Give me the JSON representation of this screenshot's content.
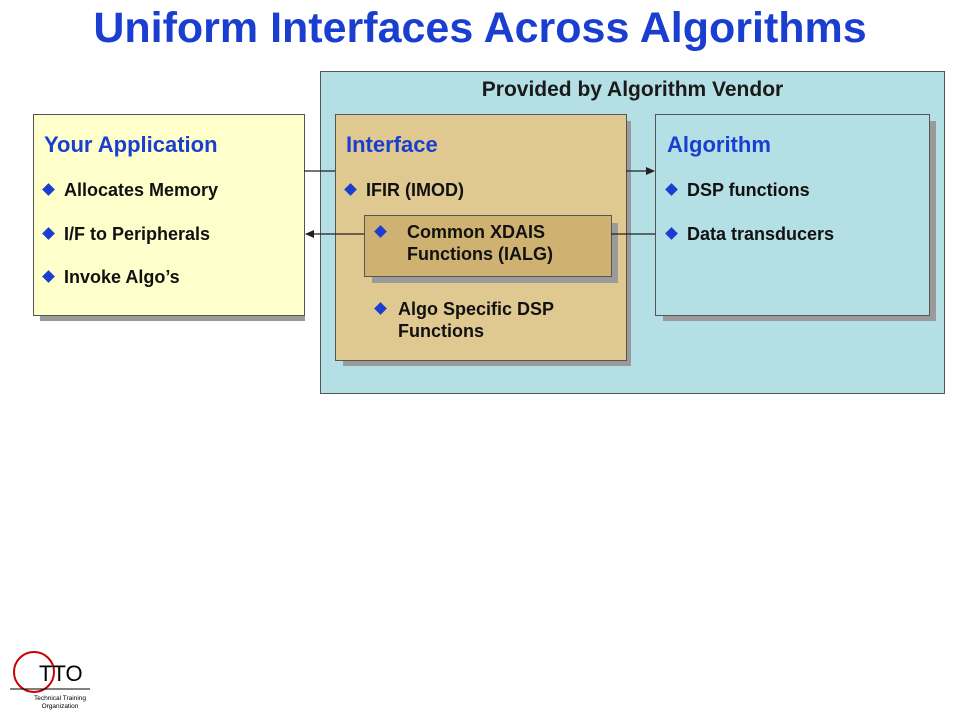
{
  "title": "Uniform Interfaces Across Algorithms",
  "vendor": {
    "label": "Provided by Algorithm Vendor"
  },
  "application": {
    "title": "Your Application",
    "items": [
      "Allocates Memory",
      "I/F to Peripherals",
      "Invoke Algo’s"
    ]
  },
  "interface": {
    "title": "Interface",
    "items": [
      "IFIR (IMOD)",
      "Common XDAIS Functions (IALG)",
      "Algo Specific DSP Functions"
    ],
    "lines": {
      "common_1": "Common XDAIS",
      "common_2": "Functions (IALG)",
      "algo_1": "Algo Specific DSP",
      "algo_2": "Functions"
    }
  },
  "algorithm": {
    "title": "Algorithm",
    "items": [
      "DSP functions",
      "Data transducers"
    ]
  },
  "logo": {
    "letters": "TTO",
    "line1": "Technical Training",
    "line2": "Organization"
  },
  "colors": {
    "title": "#1a3fd0",
    "vendor_panel": "#b4dfe4",
    "application_box": "#ffffcc",
    "interface_box": "#e0c990",
    "ialg_box": "#cfb271",
    "algorithm_box": "#b4dfe4",
    "logo_ring": "#cc0000"
  }
}
